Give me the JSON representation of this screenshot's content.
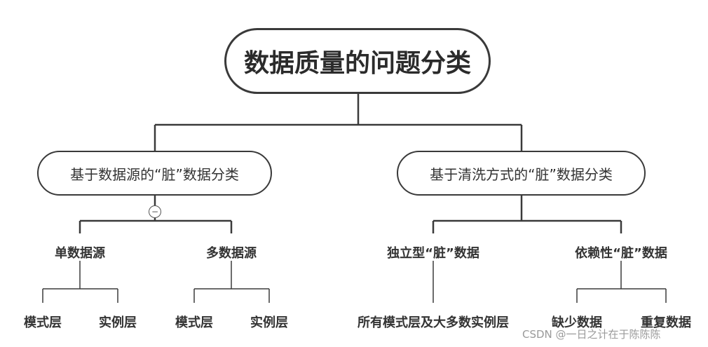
{
  "root": {
    "label": "数据质量的问题分类"
  },
  "branches": [
    {
      "label": "基于数据源的“脏”数据分类"
    },
    {
      "label": "基于清洗方式的“脏”数据分类"
    }
  ],
  "nodes": {
    "single_source": "单数据源",
    "multi_source": "多数据源",
    "independent": "独立型“脏”数据",
    "dependent": "依赖性“脏”数据",
    "leaf_schema_1": "模式层",
    "leaf_instance_1": "实例层",
    "leaf_schema_2": "模式层",
    "leaf_instance_2": "实例层",
    "leaf_all": "所有模式层及大多数实例层",
    "leaf_missing": "缺少数据",
    "leaf_duplicate": "重复数据"
  },
  "collapse_symbol": "−",
  "watermark": "CSDN @一日之计在于陈陈陈",
  "colors": {
    "line": "#3a3a3a",
    "text": "#2f2f2f",
    "watermark": "#9a9a9a"
  }
}
